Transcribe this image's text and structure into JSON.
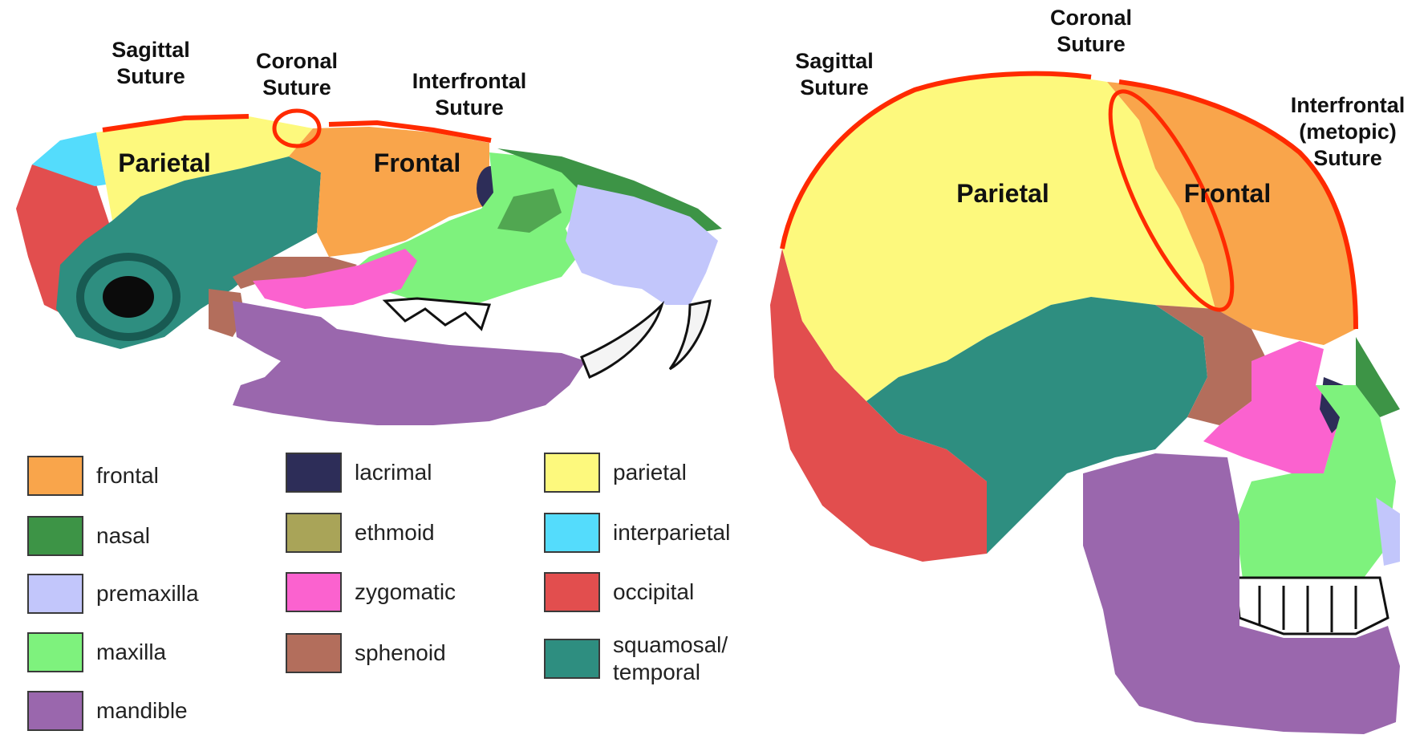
{
  "rat_skull": {
    "labels": {
      "sagittal_suture": "Sagittal\nSuture",
      "coronal_suture": "Coronal\nSuture",
      "interfrontal_suture": "Interfrontal\nSuture",
      "parietal": "Parietal",
      "frontal": "Frontal"
    }
  },
  "human_skull": {
    "labels": {
      "sagittal_suture": "Sagittal\nSuture",
      "coronal_suture": "Coronal\nSuture",
      "interfrontal_suture": "Interfrontal\n(metopic)\nSuture",
      "parietal": "Parietal",
      "frontal": "Frontal"
    }
  },
  "suture_line_color": "#ff2a00",
  "legend": {
    "items": [
      {
        "label": "frontal",
        "color": "#f9a54b"
      },
      {
        "label": "nasal",
        "color": "#3d9446"
      },
      {
        "label": "premaxilla",
        "color": "#c2c6fb"
      },
      {
        "label": "maxilla",
        "color": "#7ef27d"
      },
      {
        "label": "mandible",
        "color": "#9a67ad"
      },
      {
        "label": "lacrimal",
        "color": "#2d2d58"
      },
      {
        "label": "ethmoid",
        "color": "#a9a458"
      },
      {
        "label": "zygomatic",
        "color": "#fb62cf"
      },
      {
        "label": "sphenoid",
        "color": "#b36e5c"
      },
      {
        "label": "parietal",
        "color": "#fdf97d"
      },
      {
        "label": "interparietal",
        "color": "#54dcfc"
      },
      {
        "label": "occipital",
        "color": "#e24e4e"
      },
      {
        "label": "squamosal/\ntemporal",
        "color": "#2e8e80"
      }
    ]
  }
}
